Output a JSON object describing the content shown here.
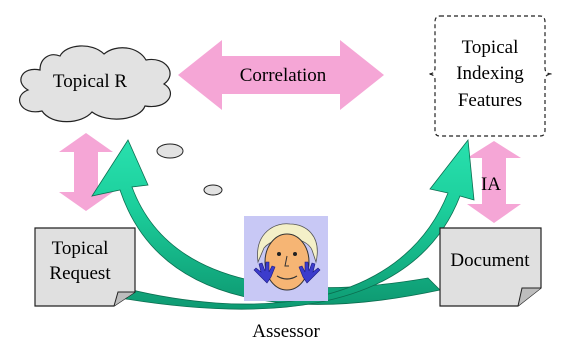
{
  "labels": {
    "topical_r": "Topical R",
    "correlation": "Correlation",
    "indexing_line1": "Topical",
    "indexing_line2": "Indexing",
    "indexing_line3": "Features",
    "ia": "IA",
    "request_line1": "Topical",
    "request_line2": "Request",
    "document": "Document",
    "assessor": "Assessor"
  },
  "colors": {
    "pink_arrow": "#f5a6d6",
    "teal_arrow": "#19d3a0",
    "teal_dark": "#0b8a66",
    "cloud_fill": "#e2e2e2",
    "doc_fill": "#e0e0e0",
    "assessor_bg": "#c8c8f5"
  }
}
